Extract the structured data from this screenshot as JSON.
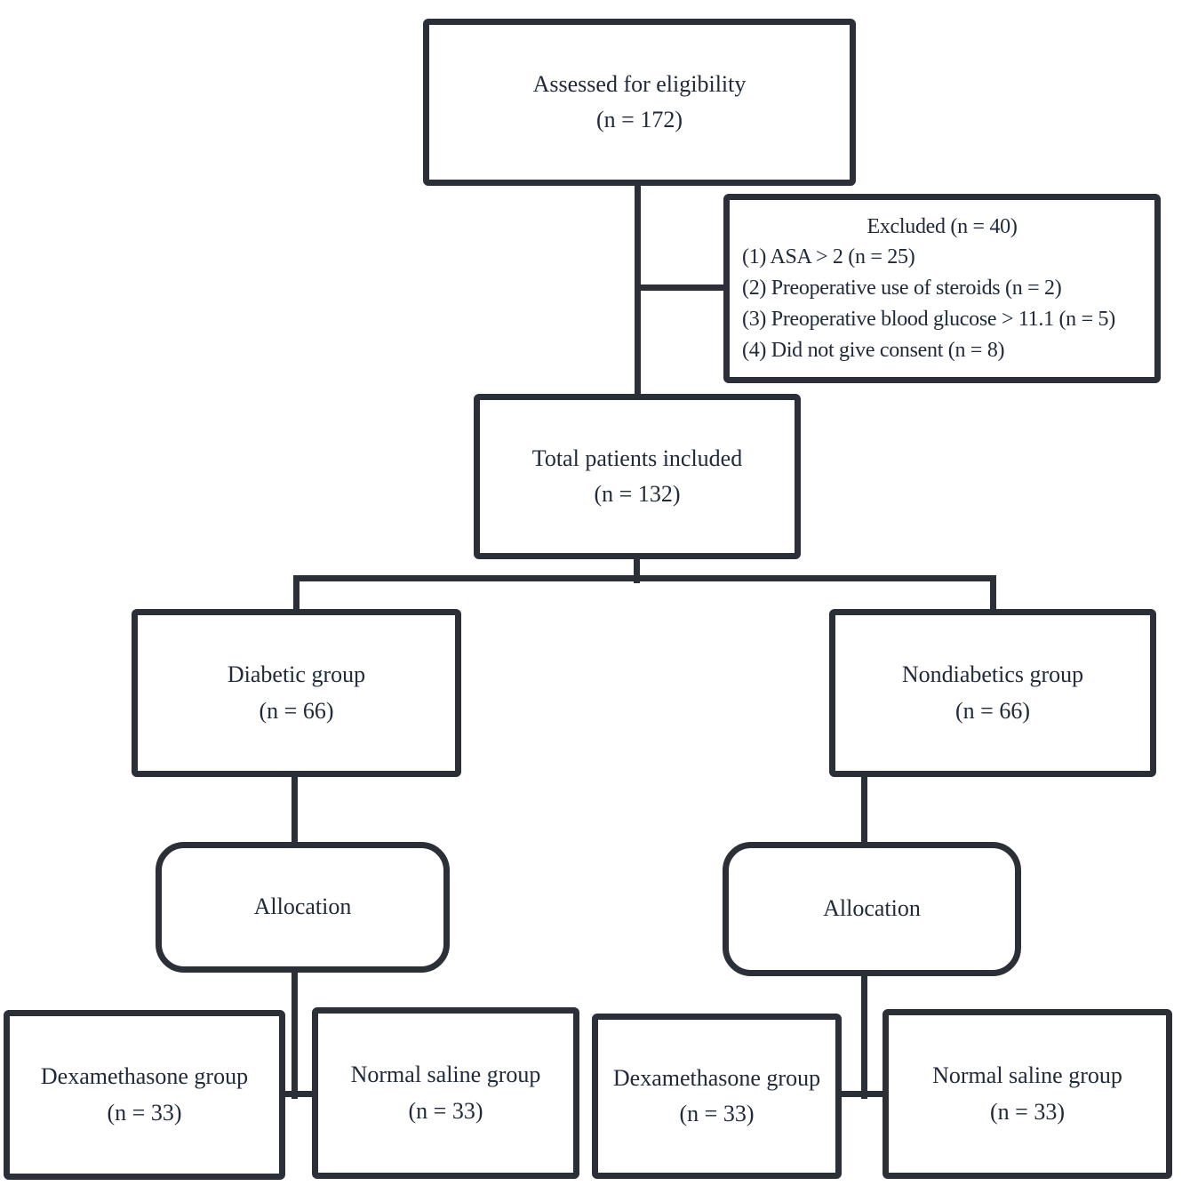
{
  "diagram": {
    "type": "flowchart",
    "colors": {
      "line": "#2b2f38",
      "text": "#202a3a",
      "box_background": "#ffffff"
    },
    "nodes": {
      "assessed": {
        "label": "Assessed for eligibility",
        "count": "(n = 172)"
      },
      "excluded": {
        "title": "Excluded (n = 40)",
        "items": [
          "(1) ASA > 2 (n = 25)",
          "(2) Preoperative use of steroids (n = 2)",
          "(3) Preoperative blood glucose > 11.1 (n = 5)",
          "(4) Did not give consent (n = 8)"
        ]
      },
      "total": {
        "label": "Total patients included",
        "count": "(n = 132)"
      },
      "diabetic": {
        "label": "Diabetic group",
        "count": "(n = 66)"
      },
      "nondiabetic": {
        "label": "Nondiabetics group",
        "count": "(n = 66)"
      },
      "allocation_left": {
        "label": "Allocation"
      },
      "allocation_right": {
        "label": "Allocation"
      },
      "dexamethasone_left": {
        "label": "Dexamethasone group",
        "count": "(n = 33)"
      },
      "saline_left": {
        "label": "Normal saline group",
        "count": "(n = 33)"
      },
      "dexamethasone_right": {
        "label": "Dexamethasone group",
        "count": "(n = 33)"
      },
      "saline_right": {
        "label": "Normal saline group",
        "count": "(n = 33)"
      }
    }
  }
}
